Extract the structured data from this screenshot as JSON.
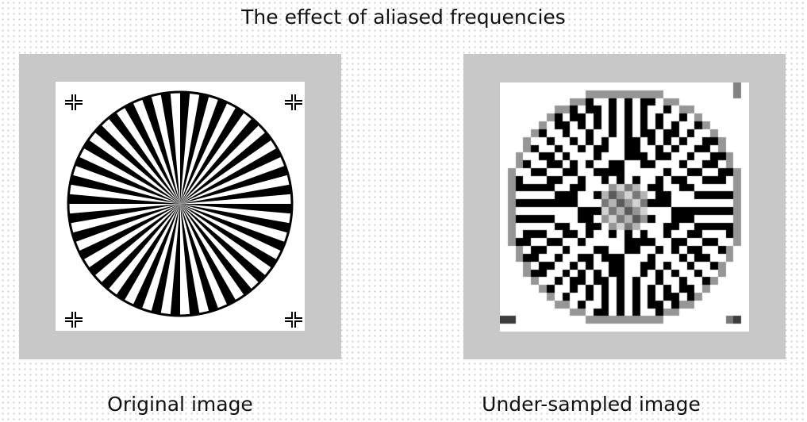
{
  "figure": {
    "title": "The effect of aliased frequencies",
    "left_panel": {
      "caption": "Original image",
      "spokes": 36
    },
    "right_panel": {
      "caption": "Under-sampled image",
      "grid_cells": 32
    },
    "colors": {
      "panel": "#c8c8c8",
      "ink": "#000000",
      "paper": "#ffffff"
    },
    "icons": [
      "registration-mark-icon"
    ]
  }
}
